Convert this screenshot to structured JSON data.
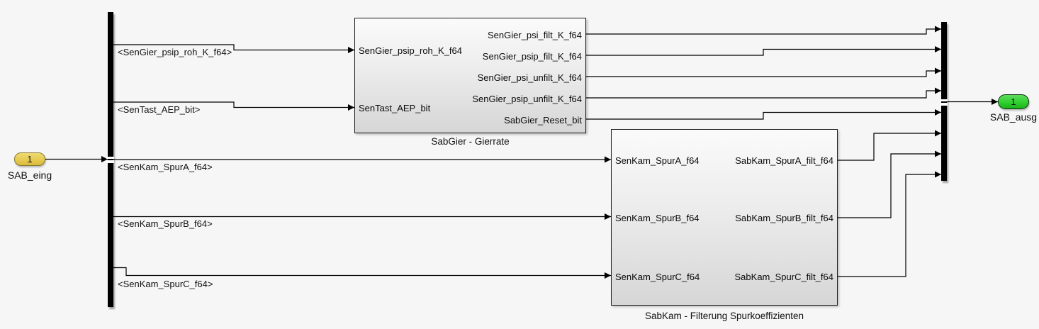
{
  "colors": {
    "background": "#f6f6f6",
    "wire": "#000000",
    "block_border": "#1c1c1c",
    "inport_fill": "#e5c94e",
    "inport_border": "#87782d",
    "outport_fill": "#2fcf2f",
    "outport_border": "#0d2e0d"
  },
  "inport": {
    "number": "1",
    "label": "SAB_eing"
  },
  "outport": {
    "number": "1",
    "label": "SAB_ausg"
  },
  "blocks": [
    {
      "caption": "SabGier - Gierrate",
      "inputs": [
        {
          "label": "SenGier_psip_roh_K_f64"
        },
        {
          "label": "SenTast_AEP_bit"
        }
      ],
      "outputs": [
        {
          "label": "SenGier_psi_filt_K_f64"
        },
        {
          "label": "SenGier_psip_filt_K_f64"
        },
        {
          "label": "SenGier_psi_unfilt_K_f64"
        },
        {
          "label": "SenGier_psip_unfilt_K_f64"
        },
        {
          "label": "SabGier_Reset_bit"
        }
      ]
    },
    {
      "caption": "SabKam - Filterung Spurkoeffizienten",
      "inputs": [
        {
          "label": "SenKam_SpurA_f64"
        },
        {
          "label": "SenKam_SpurB_f64"
        },
        {
          "label": "SenKam_SpurC_f64"
        }
      ],
      "outputs": [
        {
          "label": "SabKam_SpurA_filt_f64"
        },
        {
          "label": "SabKam_SpurB_filt_f64"
        },
        {
          "label": "SabKam_SpurC_filt_f64"
        }
      ]
    }
  ],
  "signal_labels": [
    {
      "text": "<SenGier_psip_roh_K_f64>"
    },
    {
      "text": "<SenTast_AEP_bit>"
    },
    {
      "text": "<SenKam_SpurA_f64>"
    },
    {
      "text": "<SenKam_SpurB_f64>"
    },
    {
      "text": "<SenKam_SpurC_f64>"
    }
  ]
}
